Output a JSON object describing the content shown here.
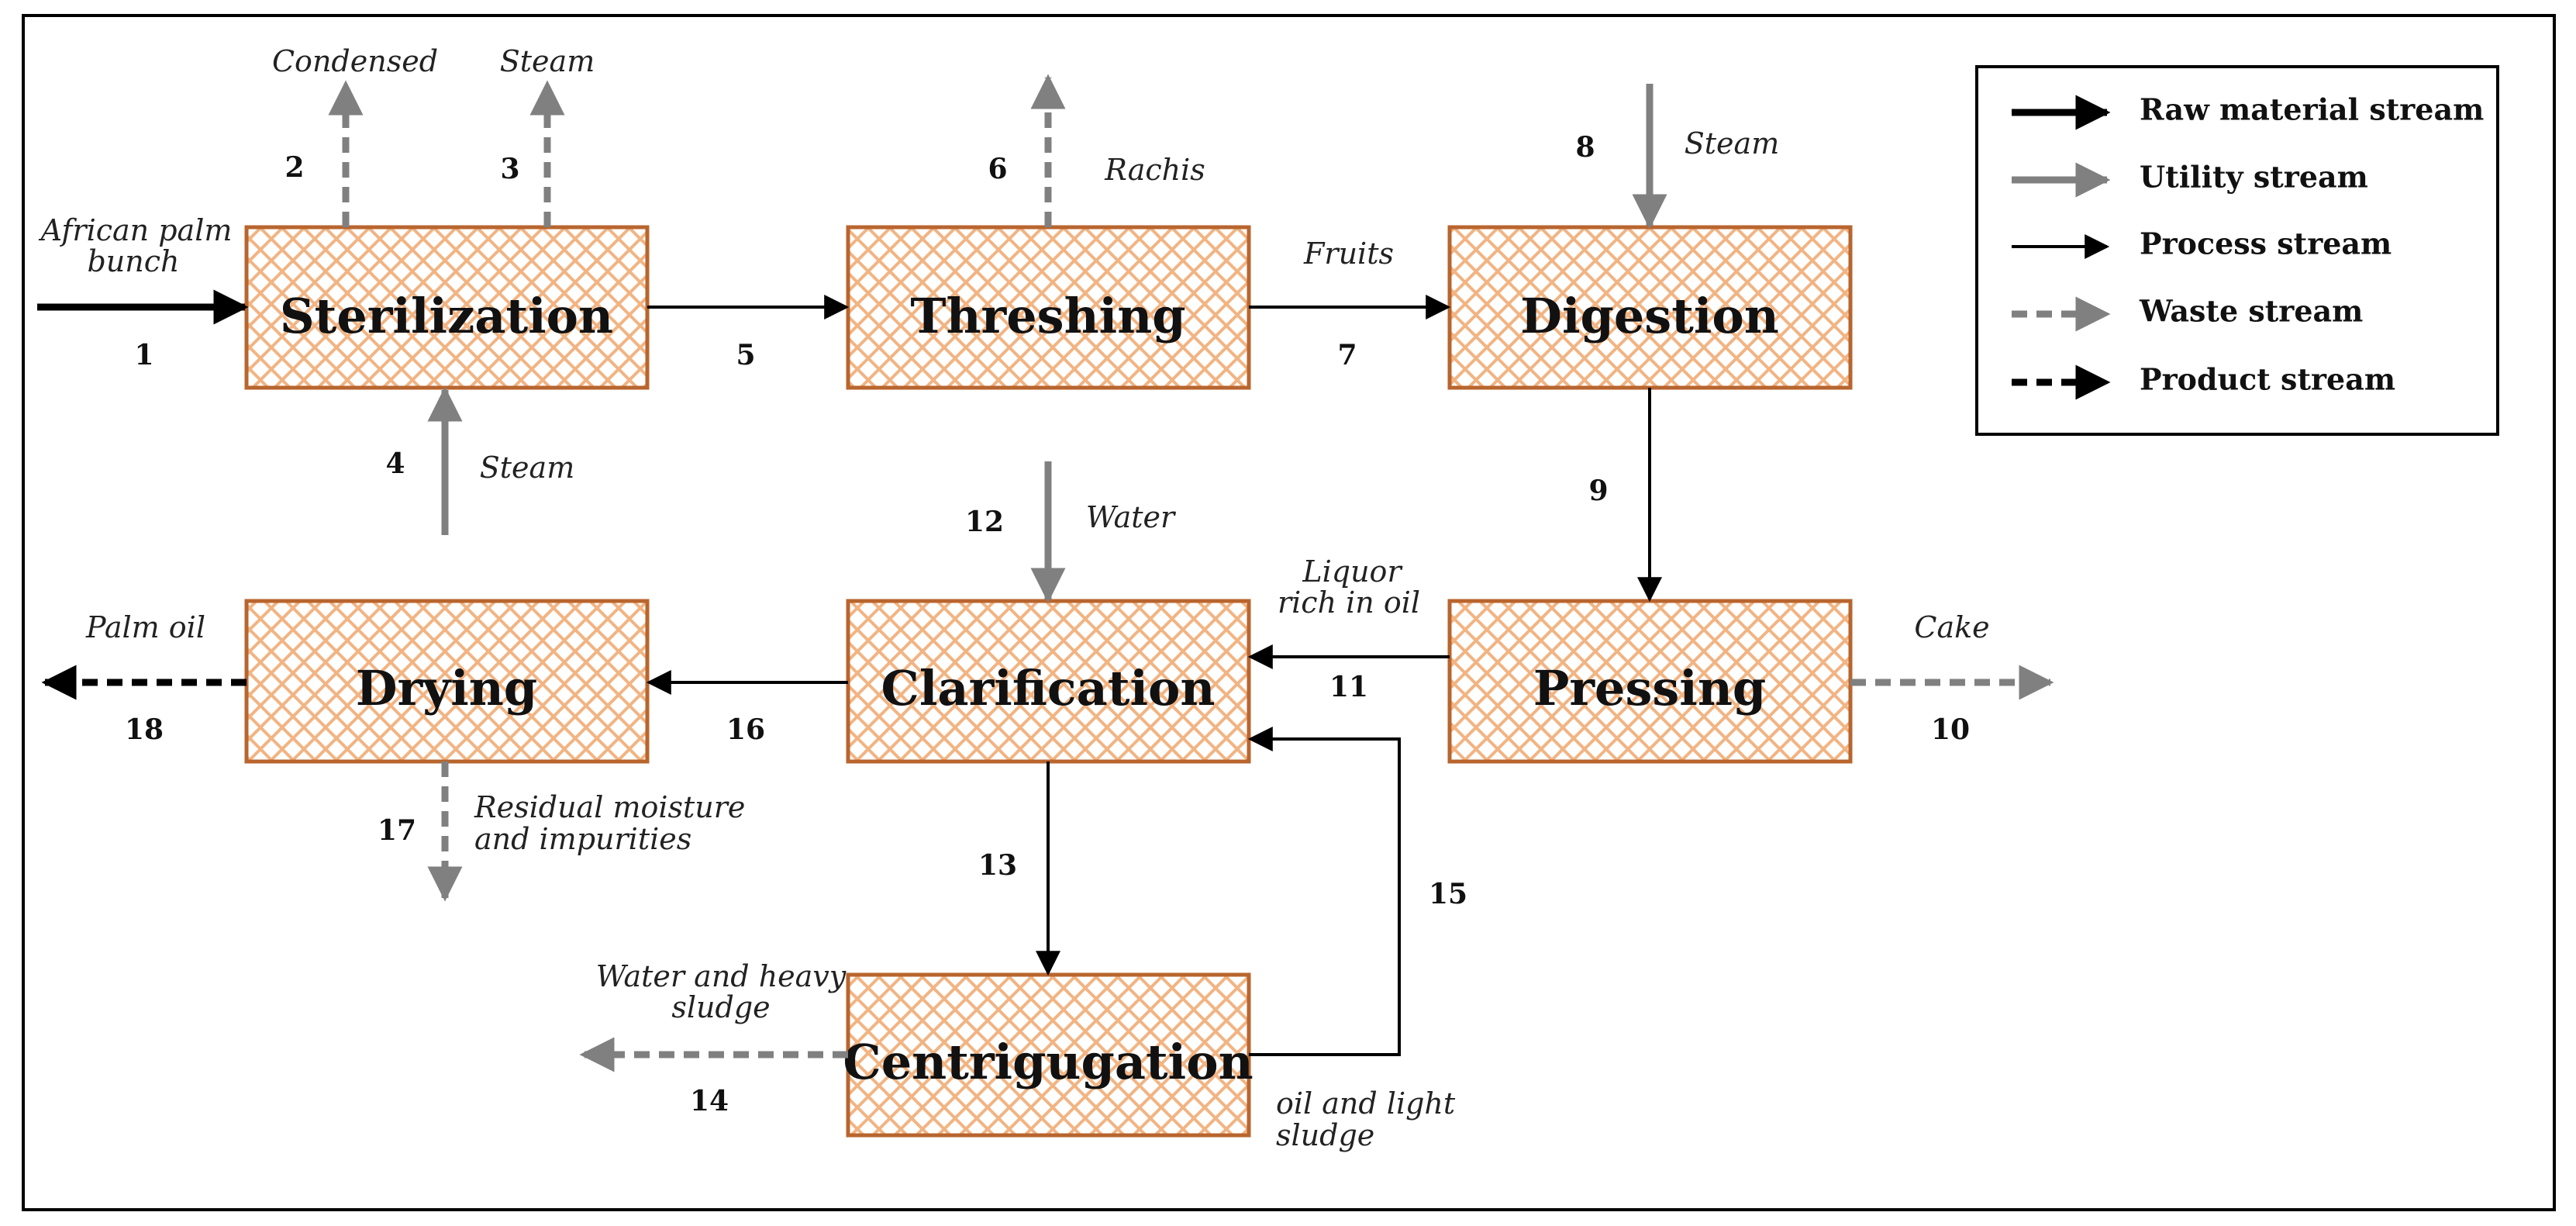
{
  "colors": {
    "raw": "#000000",
    "utility": "#808080",
    "process": "#000000",
    "waste": "#808080",
    "product": "#000000",
    "box_border": "#b8652e",
    "box_hatch": "#f2b483",
    "frame": "#000000"
  },
  "boxes": {
    "sterilization": "Sterilization",
    "threshing": "Threshing",
    "digestion": "Digestion",
    "pressing": "Pressing",
    "clarification": "Clarification",
    "drying": "Drying",
    "centrifugation": "Centrigugation"
  },
  "streams": {
    "s1": "1",
    "s2": "2",
    "s3": "3",
    "s4": "4",
    "s5": "5",
    "s6": "6",
    "s7": "7",
    "s8": "8",
    "s9": "9",
    "s10": "10",
    "s11": "11",
    "s12": "12",
    "s13": "13",
    "s14": "14",
    "s15": "15",
    "s16": "16",
    "s17": "17",
    "s18": "18"
  },
  "annotations": {
    "african_palm_line1": "African palm",
    "african_palm_line2": "bunch",
    "condensed": "Condensed",
    "steam_top": "Steam",
    "rachis": "Rachis",
    "steam_digestion": "Steam",
    "fruits": "Fruits",
    "steam_bottom": "Steam",
    "water": "Water",
    "liquor_line1": "Liquor",
    "liquor_line2": "rich in oil",
    "cake": "Cake",
    "palm_oil": "Palm oil",
    "residual_line1": "Residual moisture",
    "residual_line2": "and impurities",
    "water_sludge_line1": "Water and heavy",
    "water_sludge_line2": "sludge",
    "oil_sludge_line1": "oil and light",
    "oil_sludge_line2": "sludge"
  },
  "legend": {
    "raw": "Raw material stream",
    "utility": "Utility stream",
    "process": "Process stream",
    "waste": "Waste stream",
    "product": "Product stream"
  }
}
